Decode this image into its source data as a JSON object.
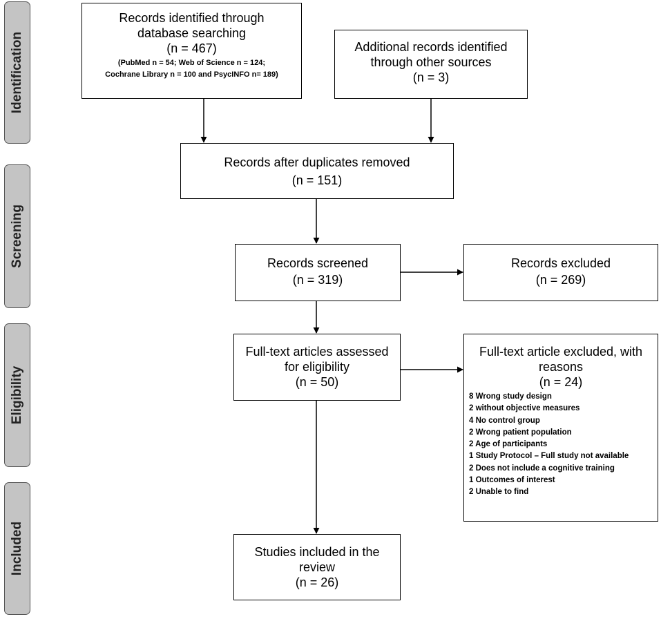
{
  "phases": [
    {
      "id": "identification",
      "label": "Identification"
    },
    {
      "id": "screening",
      "label": "Screening"
    },
    {
      "id": "eligibility",
      "label": "Eligibility"
    },
    {
      "id": "included",
      "label": "Included"
    }
  ],
  "boxes": {
    "database": {
      "line1": "Records identified through",
      "line2": "database searching",
      "count": "(n = 467)",
      "detail1": "(PubMed n = 54; Web of Science n = 124;",
      "detail2": "Cochrane Library n = 100 and PsycINFO n= 189)"
    },
    "other": {
      "line1": "Additional records identified",
      "line2": "through other sources",
      "count": "(n = 3)"
    },
    "duplicates": {
      "line1": "Records after duplicates removed",
      "count": "(n = 151)"
    },
    "screened": {
      "line1": "Records screened",
      "count": "(n = 319)"
    },
    "excluded": {
      "line1": "Records excluded",
      "count": "(n = 269)"
    },
    "fulltext": {
      "line1": "Full-text articles assessed",
      "line2": "for eligibility",
      "count": "(n = 50)"
    },
    "fulltext_excluded": {
      "line1": "Full-text article excluded, with",
      "line2": "reasons",
      "count": "(n = 24)",
      "reasons": [
        "8 Wrong study design",
        "2 without objective measures",
        "4 No control group",
        "2 Wrong patient population",
        "2 Age of participants",
        "1 Study Protocol – Full study not available",
        "2 Does not include a cognitive training",
        "1 Outcomes of interest",
        "2 Unable to find"
      ]
    },
    "included": {
      "line1": "Studies included in the",
      "line2": "review",
      "count": "(n = 26)"
    }
  }
}
